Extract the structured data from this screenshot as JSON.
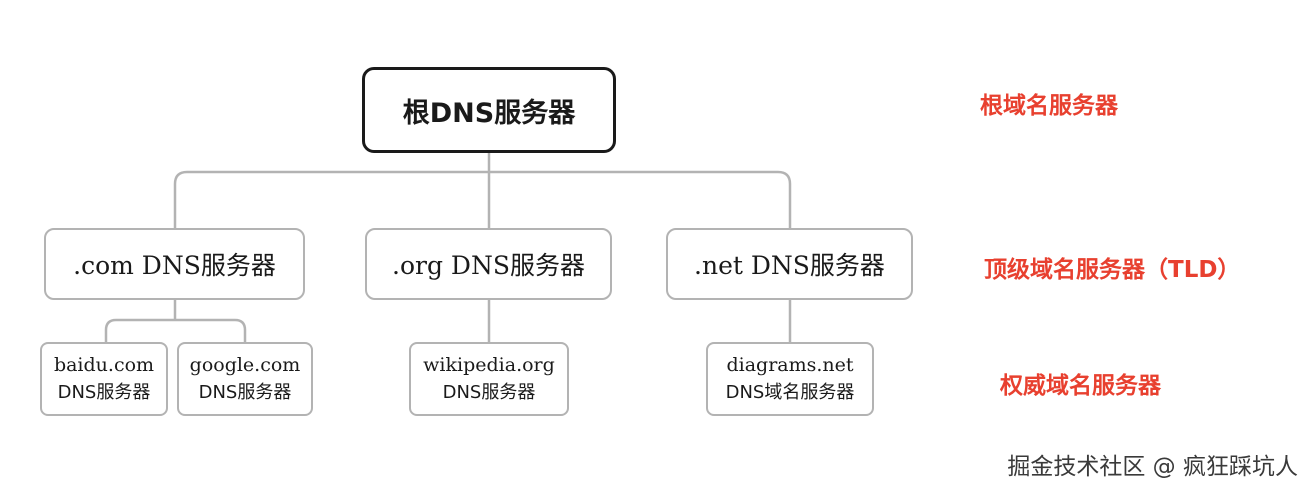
{
  "root": {
    "label": "根DNS服务器"
  },
  "tld": [
    {
      "label": ".com DNS服务器"
    },
    {
      "label": ".org DNS服务器"
    },
    {
      "label": ".net DNS服务器"
    }
  ],
  "authoritative": [
    {
      "line1": "baidu.com",
      "line2": "DNS服务器"
    },
    {
      "line1": "google.com",
      "line2": "DNS服务器"
    },
    {
      "line1": "wikipedia.org",
      "line2": "DNS服务器"
    },
    {
      "line1": "diagrams.net",
      "line2": "DNS域名服务器"
    }
  ],
  "levels": {
    "root": "根域名服务器",
    "tld": "顶级域名服务器（TLD）",
    "authoritative": "权威域名服务器"
  },
  "watermark": "掘金技术社区 @ 疯狂踩坑人",
  "colors": {
    "level_label": "#e8402f",
    "connector": "#b3b3b3",
    "root_border": "#1a1a1a",
    "node_border": "#b3b3b3"
  }
}
